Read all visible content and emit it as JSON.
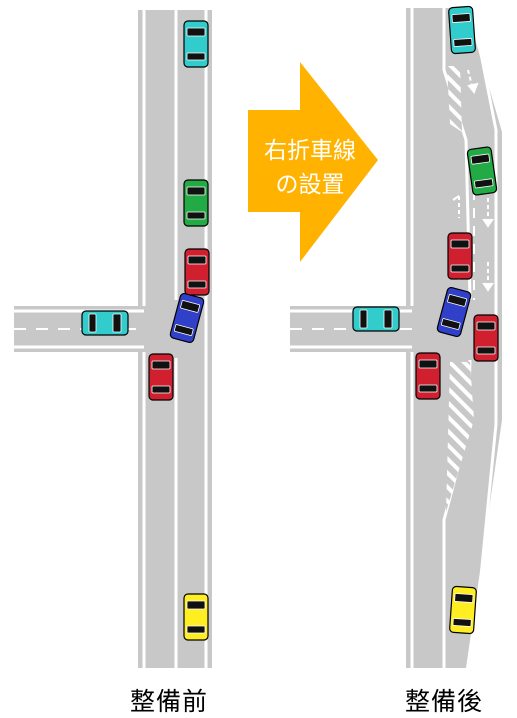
{
  "arrow": {
    "line1": "右折車線",
    "line2": "の設置",
    "color": "#FFB300"
  },
  "captions": {
    "before": "整備前",
    "after": "整備後"
  },
  "colors": {
    "road": "#C8C8C8",
    "marking": "#FFFFFF",
    "car_cyan": "#33CCCC",
    "car_green": "#22AA44",
    "car_red": "#D02030",
    "car_blue": "#3040C8",
    "car_yellow": "#FFEE22",
    "car_window": "#111111"
  },
  "icons": [
    "car-icon",
    "lane-arrow-straight-icon",
    "lane-arrow-right-turn-icon",
    "hatched-zebra-zone"
  ]
}
